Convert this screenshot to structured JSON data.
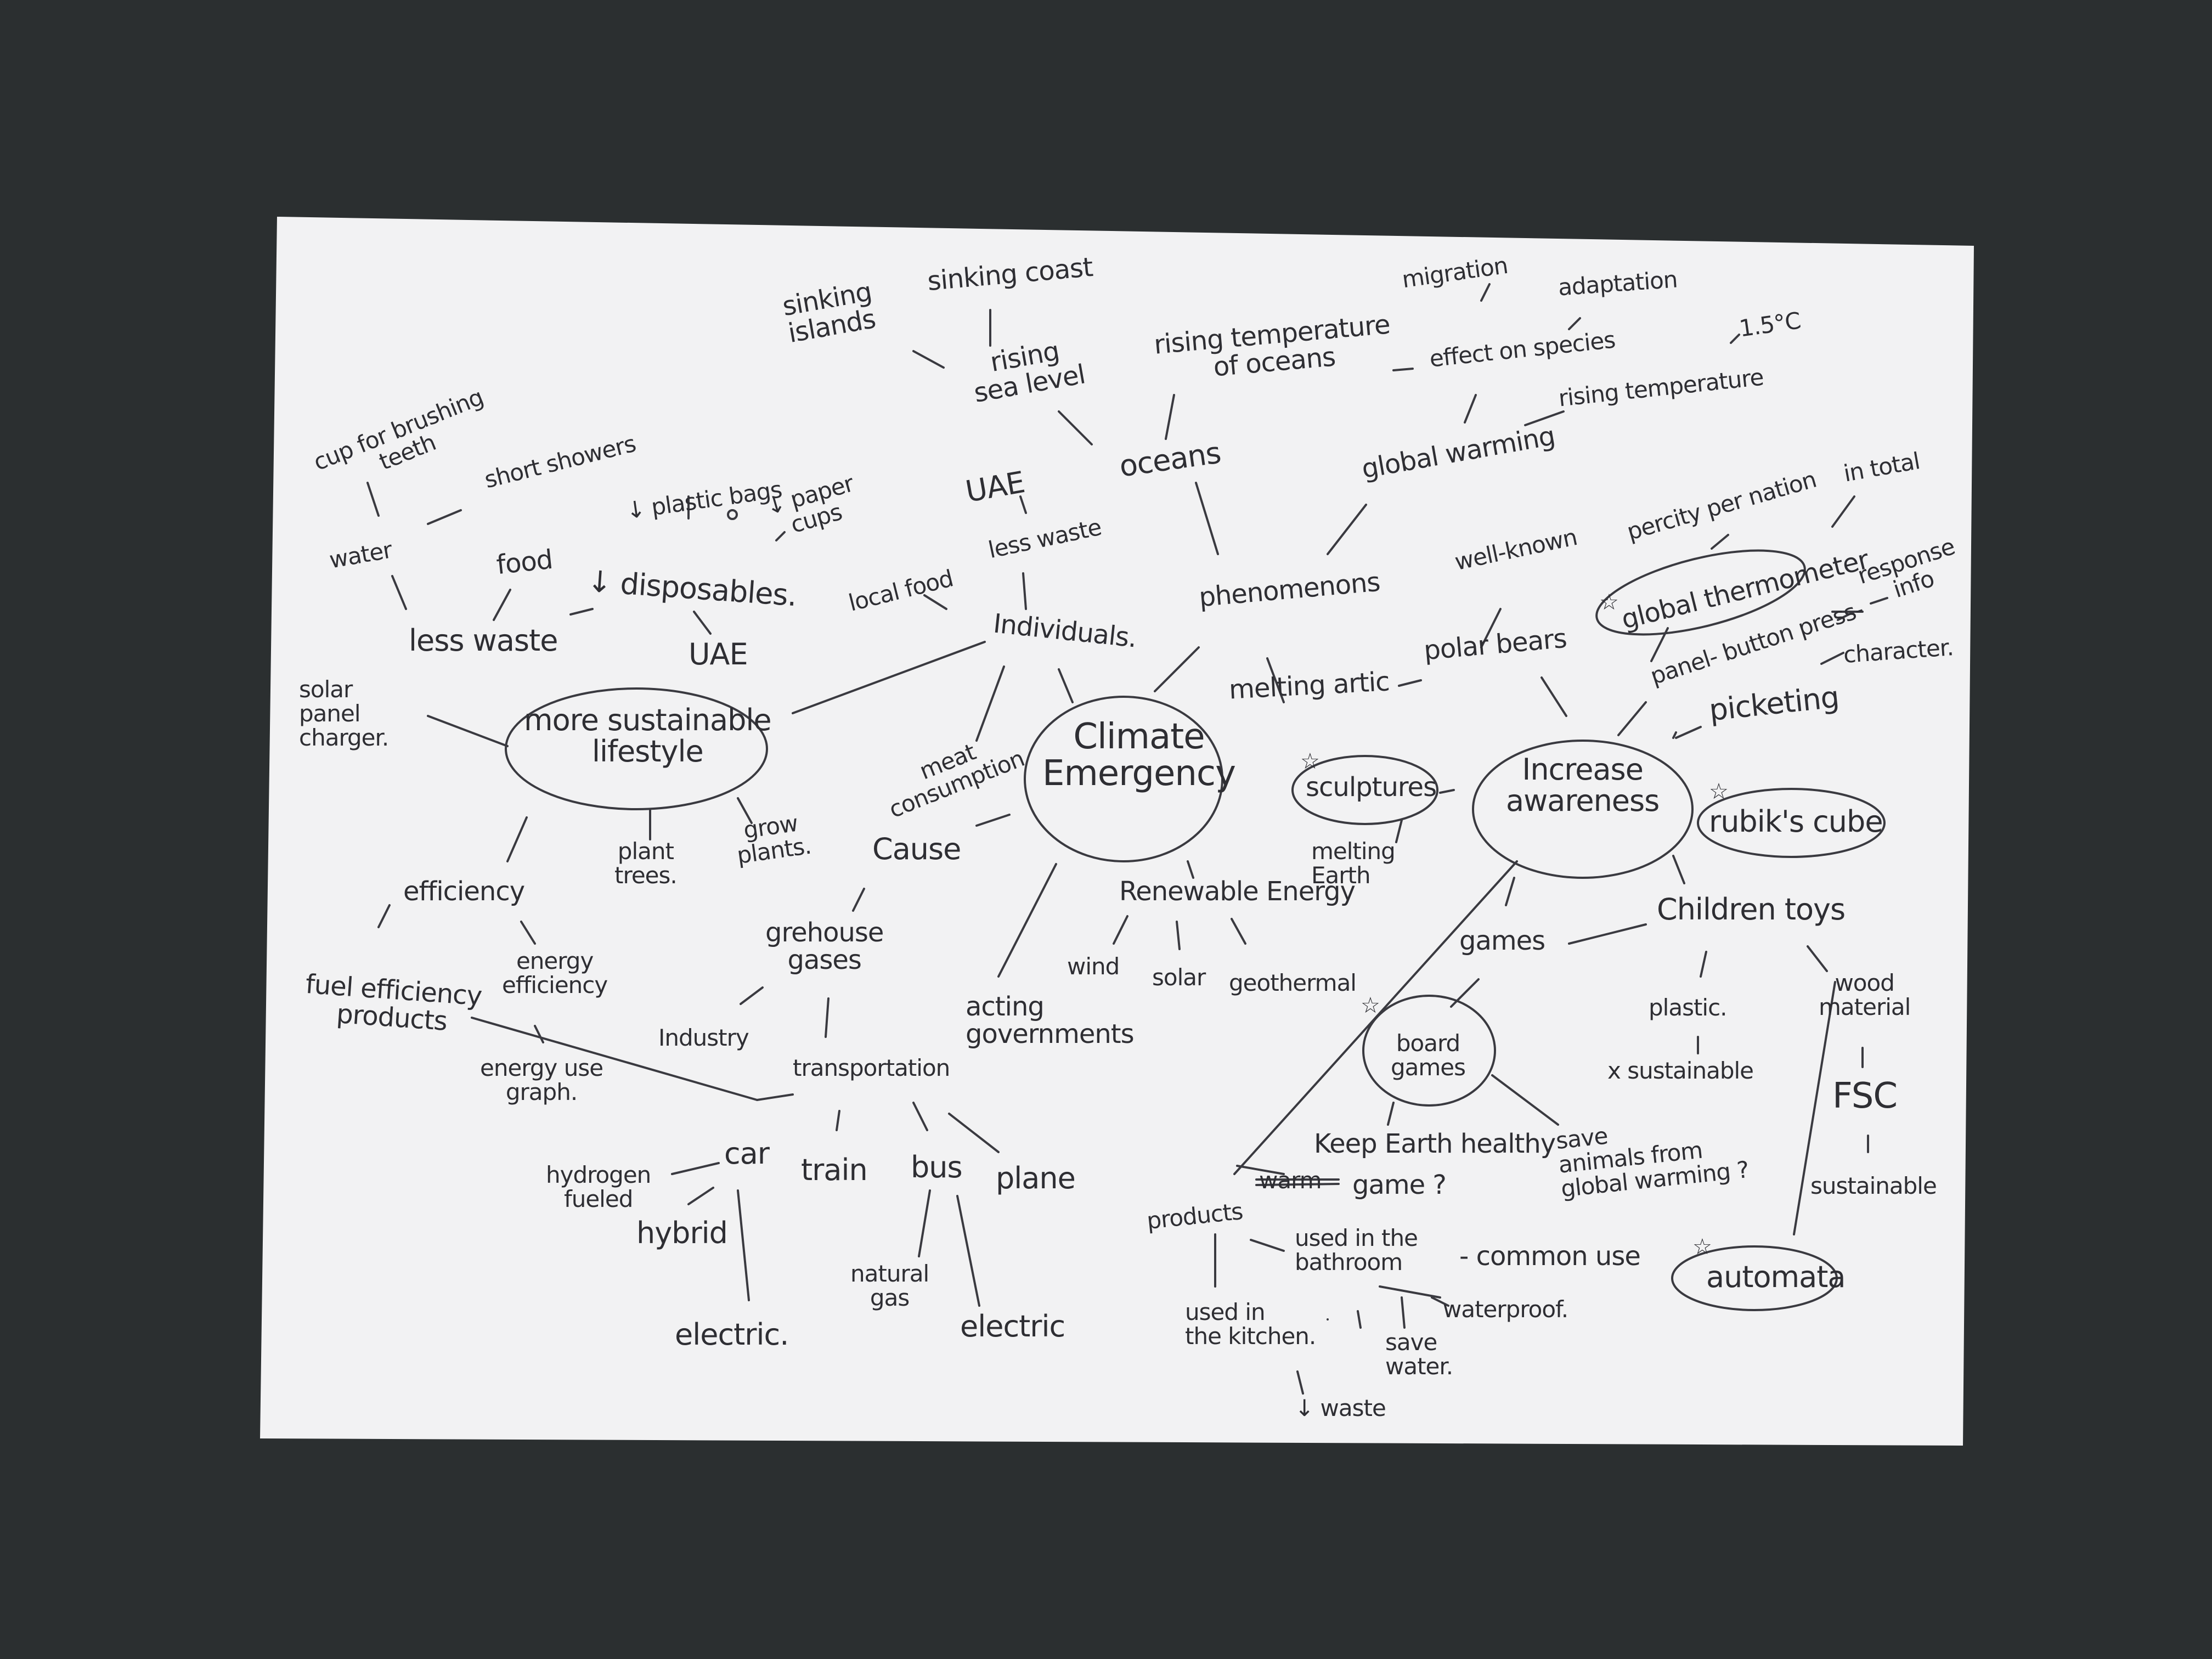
{
  "mind_map": {
    "center": "Climate\nEmergency",
    "nodes": {
      "sinking_islands": "sinking\nislands",
      "sinking_coast": "sinking coast",
      "rising_sea_level": "rising\nsea level",
      "rising_temp_oceans": "rising temperature\nof oceans",
      "migration": "migration",
      "adaptation": "adaptation",
      "effect_on_species": "effect on species",
      "one_point_five": "1.5°C",
      "rising_temperature": "rising temperature",
      "global_warming": "global warming",
      "oceans": "oceans",
      "cup_for_brushing": "cup for brushing\nteeth",
      "short_showers": "short showers",
      "water": "water",
      "food": "food",
      "plastic_bags": "↓ plastic bags",
      "paper_cups": "↓ paper\ncups",
      "uae_top": "UAE",
      "less_waste_top": "less waste",
      "local_food": "local food",
      "individuals": "Individuals.",
      "phenomenons": "phenomenons",
      "well_known": "well-known",
      "percity_per_nation": "percity  per nation",
      "in_total": "in total",
      "global_thermometer": "global thermometer",
      "response_info": "response\ninfo",
      "panel_button": "panel-  button press-",
      "character": "character.",
      "less_waste": "less waste",
      "disposables": "↓ disposables.",
      "uae_left": "UAE",
      "solar_panel_charger": "solar\npanel\ncharger.",
      "more_sustainable_lifestyle": "more sustainable\nlifestyle",
      "melting_artic": "melting artic",
      "polar_bears": "polar bears",
      "picketing": "picketing",
      "meat_consumption": "meat\nconsumption",
      "cause": "Cause",
      "sculptures": "sculptures",
      "melting_earth": "melting\nEarth",
      "increase_awareness": "Increase\nawareness",
      "rubiks_cube": "rubik's cube",
      "plant_trees": "plant\ntrees.",
      "grow_plants": "grow\nplants.",
      "efficiency": "efficiency",
      "renewable_energy": "Renewable Energy",
      "children_toys": "Children toys",
      "games": "games",
      "greenhouse_gases": "grehouse\ngases",
      "fuel_efficiency_products": "fuel efficiency\nproducts",
      "energy_efficiency": "energy\nefficiency",
      "wind": "wind",
      "solar": "solar",
      "geothermal": "geothermal",
      "plastic": "plastic.",
      "wood_material": "wood\nmaterial",
      "acting_governments": "acting\ngovernments",
      "industry": "Industry",
      "energy_use_graph": "energy use\ngraph.",
      "transportation": "transportation",
      "board_games": "board\ngames",
      "x_sustainable": "x sustainable",
      "fsc": "FSC",
      "keep_earth_healthy": "Keep Earth healthy",
      "game_q": "game ?",
      "warm": "warm",
      "save_animals": "save\nanimals from\nglobal warming ?",
      "sustainable": "sustainable",
      "car": "car",
      "train": "train",
      "bus": "bus",
      "plane": "plane",
      "hydrogen_fueled": "hydrogen\nfueled",
      "hybrid": "hybrid",
      "products": "products",
      "used_in_bathroom": "used in the\nbathroom",
      "common_use": "- common use",
      "waterproof": "waterproof.",
      "automata": "automata",
      "natural_gas": "natural\ngas",
      "electric_bus": "electric",
      "electric_car": "electric.",
      "used_in_kitchen": "used in\nthe kitchen.",
      "save_water": "save\nwater.",
      "less_waste_bottom": "↓ waste"
    }
  },
  "colors": {
    "background": "#2b2f30",
    "paper": "#f2f2f3",
    "ink": "#2e2e33"
  }
}
